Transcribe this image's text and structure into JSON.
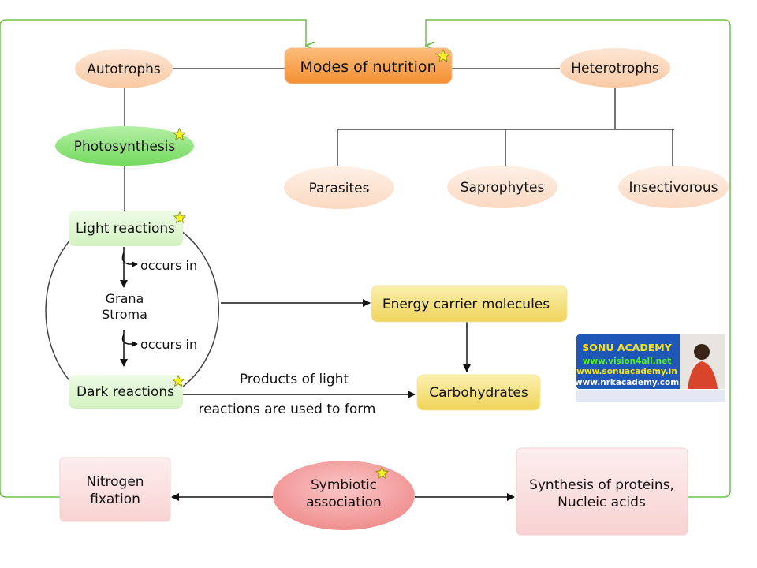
{
  "nodes": {
    "modes": "Modes of nutrition",
    "autotrophs": "Autotrophs",
    "heterotrophs": "Heterotrophs",
    "photosynthesis": "Photosynthesis",
    "parasites": "Parasites",
    "saprophytes": "Saprophytes",
    "insectivorous": "Insectivorous",
    "light_reactions": "Light reactions",
    "dark_reactions": "Dark reactions",
    "grana": "Grana",
    "stroma": "Stroma",
    "energy_carrier": "Energy carrier molecules",
    "carbohydrates": "Carbohydrates",
    "nitrogen_line1": "Nitrogen",
    "nitrogen_line2": "fixation",
    "symbiotic_line1": "Symbiotic",
    "symbiotic_line2": "association",
    "synthesis_line1": "Synthesis of proteins,",
    "synthesis_line2": "Nucleic acids"
  },
  "labels": {
    "occurs_in_1": "occurs in",
    "occurs_in_2": "occurs in",
    "products_line1": "Products of light",
    "products_line2": "reactions are used to form"
  },
  "logo": {
    "title": "SONU ACADEMY",
    "url1": "www.vision4all.net",
    "url2": "www.sonuacademy.in",
    "url3": "www.nrkacademy.com"
  },
  "colors": {
    "loop_line": "#6cc04a",
    "modes_fill": "#f7a04b",
    "peach_fill": "#fcd6b8",
    "green_fill": "#8fe27c",
    "light_green_fill": "#e2f7d6",
    "yellow_fill": "#f6e07a",
    "pink_fill": "#fbe1e1",
    "symbiotic_fill": "#f6a9a9",
    "star": "#f5f02a"
  }
}
